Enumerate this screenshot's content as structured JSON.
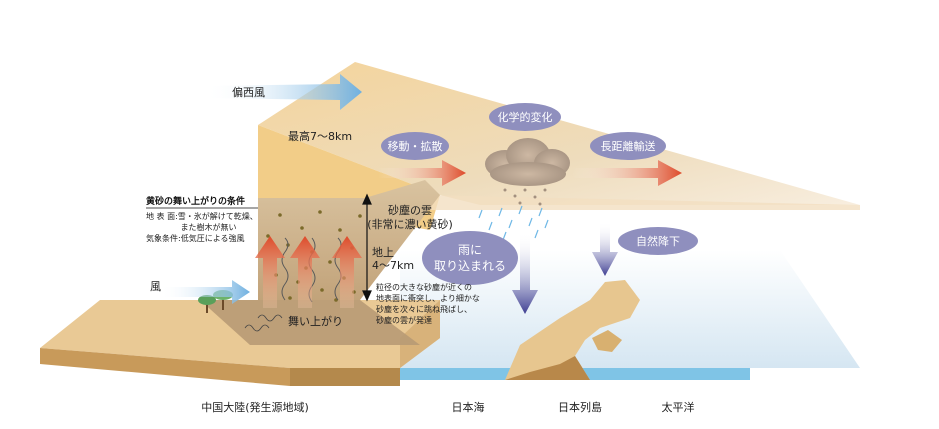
{
  "labels": {
    "westerlies": "偏西風",
    "max_height": "最高7〜8km",
    "transport": "移動・拡散",
    "chemical": "化学的変化",
    "long_range": "長距離輸送",
    "dust_cloud_1": "砂塵の雲",
    "dust_cloud_2": "(非常に濃い黄砂)",
    "height_1": "地上",
    "height_2": "4〜7km",
    "rain_1": "雨に",
    "rain_2": "取り込まれる",
    "natural_fall": "自然降下",
    "wind": "風",
    "rise": "舞い上がり",
    "saltation": [
      "粒径の大きな砂塵が近くの",
      "地表面に衝突し、より細かな",
      "砂塵を次々に跳ね飛ばし、",
      "砂塵の雲が発達"
    ],
    "bottom": {
      "china": "中国大陸(発生源地域)",
      "sea_of_japan": "日本海",
      "japan": "日本列島",
      "pacific": "太平洋"
    }
  },
  "conditions": {
    "title": "黄砂の舞い上がりの条件",
    "lines": [
      "地 表 面:雪・氷が解けて乾燥、",
      "　　　　 また樹木が無い",
      "気象条件:低気圧による強風"
    ]
  },
  "colors": {
    "sand": "#e8c890",
    "oval": "#8f8fbe",
    "sea": "#d5e6f2",
    "sea_band": "#7fc4e6",
    "arrow_red": "#e0573a",
    "arrow_blue": "#4a4a9a"
  }
}
